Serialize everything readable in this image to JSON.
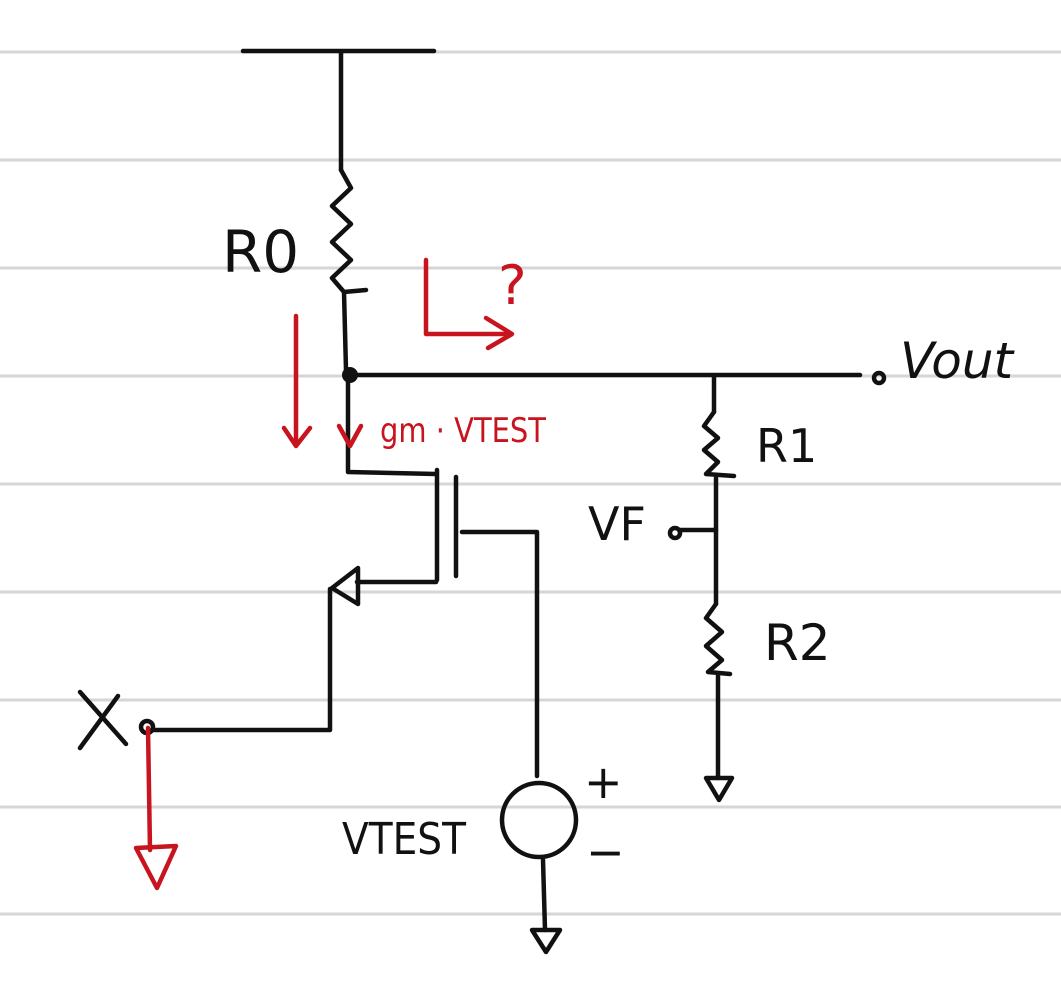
{
  "colors": {
    "ink": "#111111",
    "red_ink": "#c8141e",
    "ruled_line": "#d6d6d6",
    "paper": "#ffffff"
  },
  "labels": {
    "r0": "R0",
    "r1": "R1",
    "r2": "R2",
    "vout": "Vout",
    "vf": "VF",
    "x": "X",
    "vtest": "VTEST",
    "plus": "+",
    "minus": "−",
    "gm_vtest": "gm · VTEST",
    "question": "?"
  }
}
